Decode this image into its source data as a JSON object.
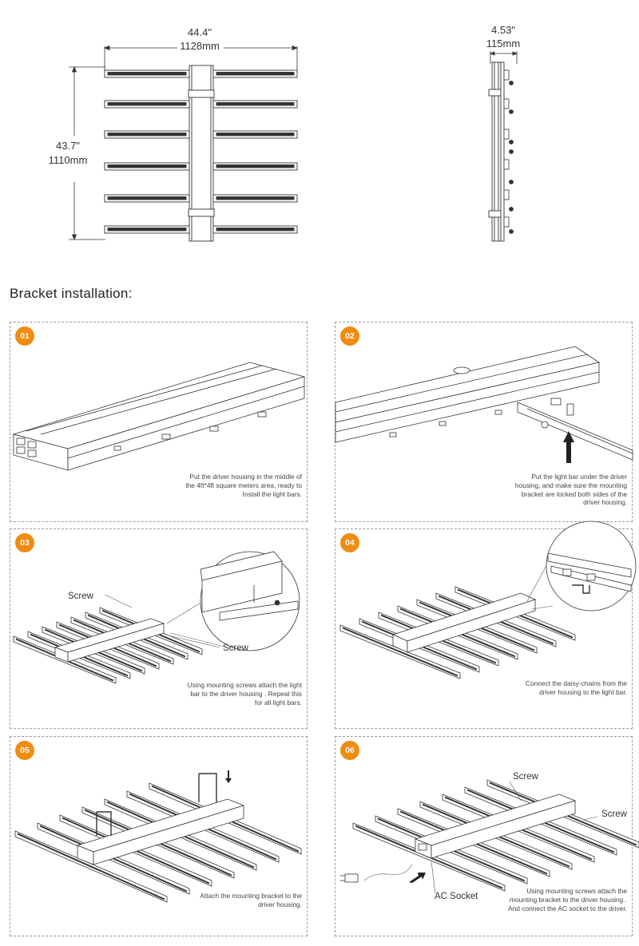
{
  "top_diagram": {
    "front_view": {
      "width_in": "44.4\"",
      "width_mm": "1128mm",
      "height_in": "43.7\"",
      "height_mm": "1110mm"
    },
    "side_view": {
      "depth_in": "4.53\"",
      "depth_mm": "115mm"
    }
  },
  "section_title": "Bracket  installation:",
  "steps": [
    {
      "number": "01",
      "text": "Put the driver housing in the middle of the 4ft*4ft square meters area, ready to Install the light bars."
    },
    {
      "number": "02",
      "text": "Put the light bar under the driver housing, and make sure the mounting bracket are locked both sides of the driver housing."
    },
    {
      "number": "03",
      "text": "Using mounting screws attach the light bar to the driver housing . Repeat this for all light bars.",
      "callouts": [
        "Screw",
        "Screw"
      ]
    },
    {
      "number": "04",
      "text": "Connect the daisy-chains from the driver housing to the light bar."
    },
    {
      "number": "05",
      "text": "Attach the mounting bracket to the driver housing."
    },
    {
      "number": "06",
      "text": "Using mounting screws attach the mounting bracket to the driver housing . And connect the AC socket to the driver.",
      "callouts": [
        "Screw",
        "Screw",
        "AC Socket"
      ]
    }
  ]
}
